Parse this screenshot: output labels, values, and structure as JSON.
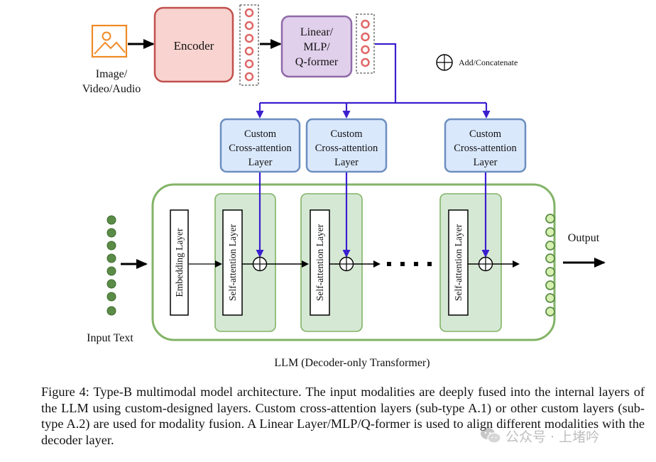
{
  "diagram": {
    "input_label_line1": "Image/",
    "input_label_line2": "Video/Audio",
    "encoder_label": "Encoder",
    "projector_line1": "Linear/",
    "projector_line2": "MLP/",
    "projector_line3": "Q-former",
    "legend_label": "Add/Concatenate",
    "cross_attn_line1": "Custom",
    "cross_attn_line2": "Cross-attention",
    "cross_attn_line3": "Layer",
    "embedding_label": "Embedding Layer",
    "self_attn_label": "Self-attention Layer",
    "input_text_label": "Input Text",
    "output_label": "Output",
    "llm_label": "LLM (Decoder-only Transformer)",
    "colors": {
      "encoder_fill": "#f8d3cf",
      "encoder_stroke": "#c0504d",
      "projector_fill": "#e1d0ec",
      "projector_stroke": "#8f6aa8",
      "cross_fill": "#dae8fc",
      "cross_stroke": "#6c8ebf",
      "llm_stroke": "#82b366",
      "block_fill": "#d5e8d4",
      "arrow_blue": "#3a1fcf",
      "token_red": "#e06666",
      "token_green_dark": "#5b8c47",
      "token_green_light": "#d6f0b0"
    }
  },
  "caption": {
    "text": "Figure 4: Type-B multimodal model architecture. The input modalities are deeply fused into the internal layers of the LLM using custom-designed layers. Custom cross-attention layers (sub-type A.1) or other custom layers (sub-type A.2) are used for modality fusion. A Linear Layer/MLP/Q-former is used to align different modalities with the decoder layer."
  },
  "watermark": {
    "text": "公众号 · 上堵吟",
    "icon": "wechat-icon"
  }
}
